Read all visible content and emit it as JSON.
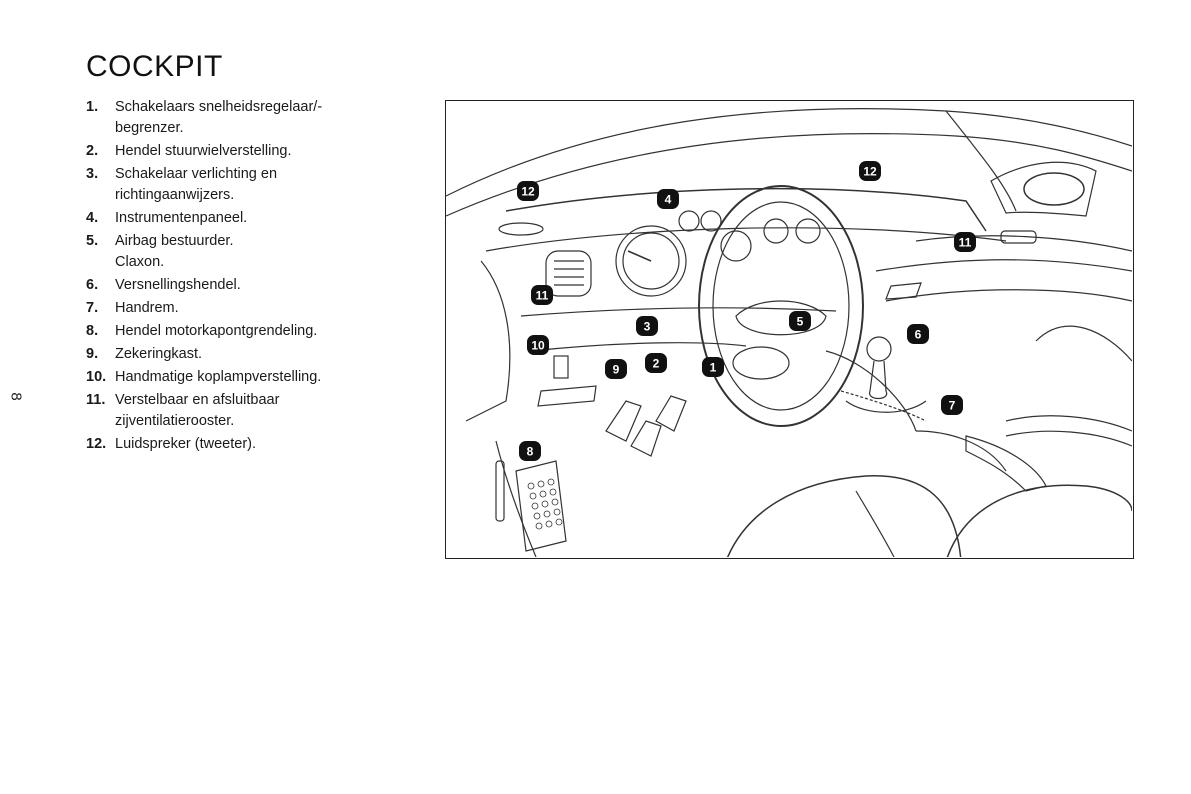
{
  "page": {
    "title": "COCKPIT",
    "page_number": "8"
  },
  "legend": [
    {
      "num": "1.",
      "lines": [
        "Schakelaars snelheidsregelaar/-",
        "begrenzer."
      ]
    },
    {
      "num": "2.",
      "lines": [
        "Hendel stuurwielverstelling."
      ]
    },
    {
      "num": "3.",
      "lines": [
        "Schakelaar verlichting en",
        "richtingaanwijzers."
      ]
    },
    {
      "num": "4.",
      "lines": [
        "Instrumentenpaneel."
      ]
    },
    {
      "num": "5.",
      "lines": [
        "Airbag bestuurder.",
        "Claxon."
      ]
    },
    {
      "num": "6.",
      "lines": [
        "Versnellingshendel."
      ]
    },
    {
      "num": "7.",
      "lines": [
        "Handrem."
      ]
    },
    {
      "num": "8.",
      "lines": [
        "Hendel motorkapontgrendeling."
      ]
    },
    {
      "num": "9.",
      "lines": [
        "Zekeringkast."
      ]
    },
    {
      "num": "10.",
      "lines": [
        "Handmatige koplampverstelling."
      ]
    },
    {
      "num": "11.",
      "lines": [
        "Verstelbaar en afsluitbaar",
        "zijventilatierooster."
      ]
    },
    {
      "num": "12.",
      "lines": [
        "Luidspreker (tweeter)."
      ]
    }
  ],
  "callouts": [
    "12",
    "12",
    "4",
    "11",
    "11",
    "3",
    "5",
    "6",
    "10",
    "9",
    "2",
    "1",
    "7",
    "8"
  ]
}
